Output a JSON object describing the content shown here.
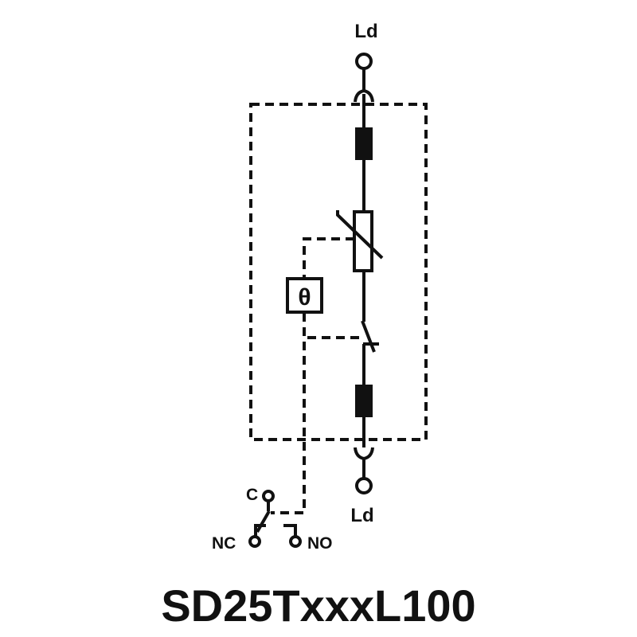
{
  "diagram": {
    "terminal_top_label": "Ld",
    "terminal_bottom_label": "Ld",
    "thermal_symbol": "θ",
    "relay": {
      "common_label": "C",
      "nc_label": "NC",
      "no_label": "NO"
    },
    "model_title": "SD25TxxxL100",
    "line_color": "#111111"
  }
}
